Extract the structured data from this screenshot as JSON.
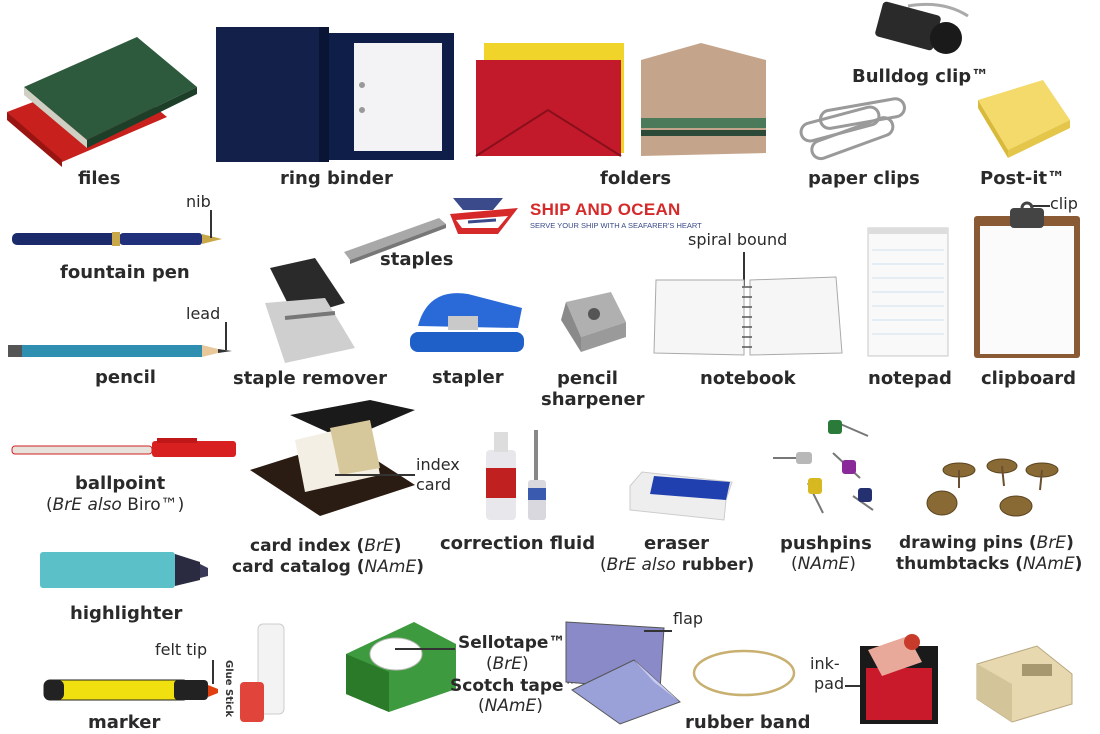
{
  "watermark": {
    "title": "SHIP AND OCEAN",
    "tagline": "SERVE YOUR SHIP WITH A SEAFARER'S HEART",
    "brand_red": "#d62a2a",
    "brand_blue": "#3a4a8a"
  },
  "labels": {
    "files": "files",
    "ring_binder": "ring binder",
    "folders": "folders",
    "bulldog_clip": "Bulldog clip™",
    "paper_clips": "paper clips",
    "post_it": "Post-it™",
    "nib": "nib",
    "fountain_pen": "fountain pen",
    "staples": "staples",
    "spiral_bound": "spiral bound",
    "clip": "clip",
    "lead": "lead",
    "pencil": "pencil",
    "staple_remover": "staple remover",
    "stapler": "stapler",
    "pencil_sharpener_1": "pencil",
    "pencil_sharpener_2": "sharpener",
    "notebook": "notebook",
    "notepad": "notepad",
    "clipboard": "clipboard",
    "ballpoint": "ballpoint",
    "ballpoint_sub_1": "(",
    "ballpoint_sub_bre": "BrE also",
    "ballpoint_sub_2": " Biro™)",
    "index_card_1": "index",
    "index_card_2": "card",
    "card_index": "card index (",
    "card_index_bre": "BrE",
    "card_index_end": ")",
    "card_catalog": "card catalog (",
    "card_catalog_name": "NAmE",
    "card_catalog_end": ")",
    "correction_fluid": "correction fluid",
    "eraser": "eraser",
    "eraser_sub_1": "(",
    "eraser_sub_bre": "BrE also",
    "eraser_sub_2": " rubber)",
    "pushpins": "pushpins",
    "pushpins_sub_1": "(",
    "pushpins_sub_name": "NAmE",
    "pushpins_sub_2": ")",
    "drawing_pins": "drawing pins (",
    "drawing_pins_bre": "BrE",
    "drawing_pins_end": ")",
    "thumbtacks": "thumbtacks (",
    "thumbtacks_name": "NAmE",
    "thumbtacks_end": ")",
    "highlighter": "highlighter",
    "felt_tip": "felt tip",
    "marker": "marker",
    "glue_stick": "Glue Stick",
    "sellotape": "Sellotape™",
    "sellotape_bre_1": "(",
    "sellotape_bre": "BrE",
    "sellotape_bre_2": ")",
    "scotch_tape": "Scotch tape™",
    "scotch_name_1": "(",
    "scotch_name": "NAmE",
    "scotch_name_2": ")",
    "flap": "flap",
    "rubber_band": "rubber band",
    "ink_pad_1": "ink-",
    "ink_pad_2": "pad"
  }
}
